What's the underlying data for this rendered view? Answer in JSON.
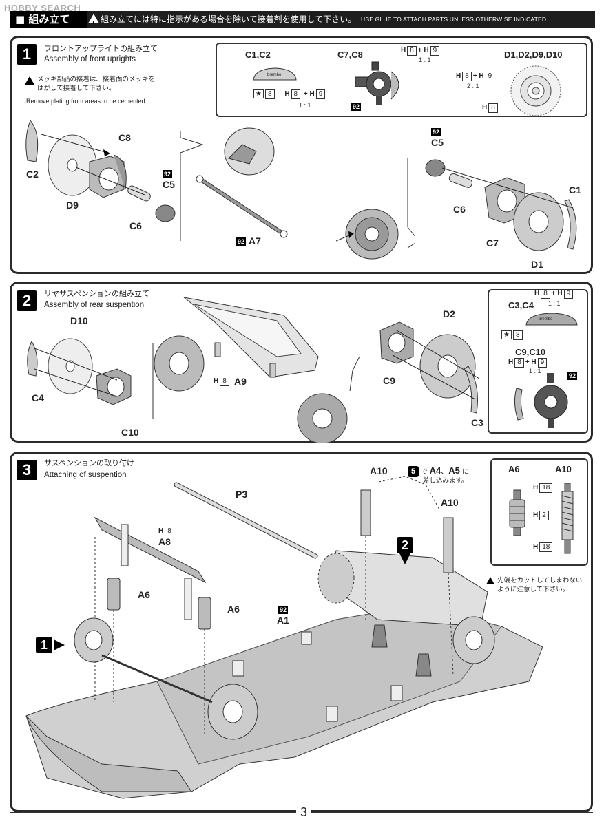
{
  "watermark": {
    "brand": "HOBBY",
    "rest": "SEARCH"
  },
  "header": {
    "section": "組み立て",
    "instruction_jp": "組み立てには特に指示がある場合を除いて接着剤を使用して下さい。",
    "instruction_en": "USE GLUE TO ATTACH PARTS UNLESS OTHERWISE INDICATED."
  },
  "step1": {
    "number": "1",
    "title_jp": "フロントアップライトの組み立て",
    "title_en": "Assembly of front uprights",
    "note_jp": "メッキ部品の接着は、接着面のメッキを\nはがして接着して下さい。",
    "note_en": "Remove plating from areas to be cemented.",
    "inset": {
      "c1c2": {
        "label": "C1,C2",
        "star": "8",
        "h1": "8",
        "h2": "9",
        "ratio": "1 : 1"
      },
      "c7c8": {
        "label": "C7,C8",
        "h1": "8",
        "h2": "9",
        "ratio": "1 : 1",
        "tag": "92"
      },
      "d": {
        "label": "D1,D2,D9,D10",
        "h1": "8",
        "h2": "9",
        "ratio": "2 : 1",
        "h3": "8"
      }
    },
    "parts": {
      "c2": "C2",
      "c8": "C8",
      "d9": "D9",
      "c6a": "C6",
      "c5a": "C5",
      "tag_c5a": "92",
      "a7": "A7",
      "tag_a7": "92",
      "c5b": "C5",
      "tag_c5b": "92",
      "c6b": "C6",
      "c7": "C7",
      "c1": "C1",
      "d1": "D1"
    }
  },
  "step2": {
    "number": "2",
    "title_jp": "リヤサスペンションの組み立て",
    "title_en": "Assembly of rear suspention",
    "parts": {
      "d10": "D10",
      "c4": "C4",
      "c10": "C10",
      "a9": "A9",
      "a9_h": "8",
      "d2": "D2",
      "c9": "C9",
      "c3": "C3"
    },
    "inset": {
      "c3c4": {
        "label": "C3,C4",
        "h1": "8",
        "h2": "9",
        "ratio": "1 : 1",
        "star": "8",
        "brand": "brembo"
      },
      "c9c10": {
        "label": "C9,C10",
        "h1": "8",
        "h2": "9",
        "ratio": "1 : 1",
        "tag": "92"
      }
    }
  },
  "step3": {
    "number": "3",
    "title_jp": "サスペンションの取り付け",
    "title_en": "Attaching of suspention",
    "parts": {
      "p3": "P3",
      "a8": "A8",
      "a8_h": "8",
      "a6a": "A6",
      "a6b": "A6",
      "a1": "A1",
      "tag_a1": "92",
      "a10a": "A10",
      "a10b": "A10",
      "ref1": "1",
      "ref2": "2"
    },
    "note5": {
      "step": "5",
      "text_jp_a": "で",
      "a4": "A4",
      "sep": "、",
      "a5": "A5",
      "text_jp_b": "に",
      "text_jp_c": "差し込みます。"
    },
    "cut_note": "先端をカットしてしまわない\nように注意して下さい。",
    "inset": {
      "a6": "A6",
      "a10": "A10",
      "h18a": "18",
      "h2": "2",
      "h18b": "18"
    }
  },
  "page_number": "3"
}
